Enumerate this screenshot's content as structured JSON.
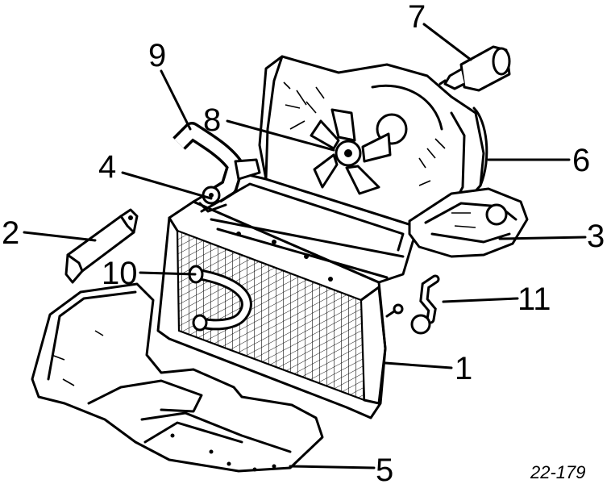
{
  "callouts": [
    {
      "id": "1",
      "label": "1"
    },
    {
      "id": "2",
      "label": "2"
    },
    {
      "id": "3",
      "label": "3"
    },
    {
      "id": "4",
      "label": "4"
    },
    {
      "id": "5",
      "label": "5"
    },
    {
      "id": "6",
      "label": "6"
    },
    {
      "id": "7",
      "label": "7"
    },
    {
      "id": "8",
      "label": "8"
    },
    {
      "id": "9",
      "label": "9"
    },
    {
      "id": "10",
      "label": "10"
    },
    {
      "id": "11",
      "label": "11"
    }
  ],
  "reference_code": "22-179"
}
